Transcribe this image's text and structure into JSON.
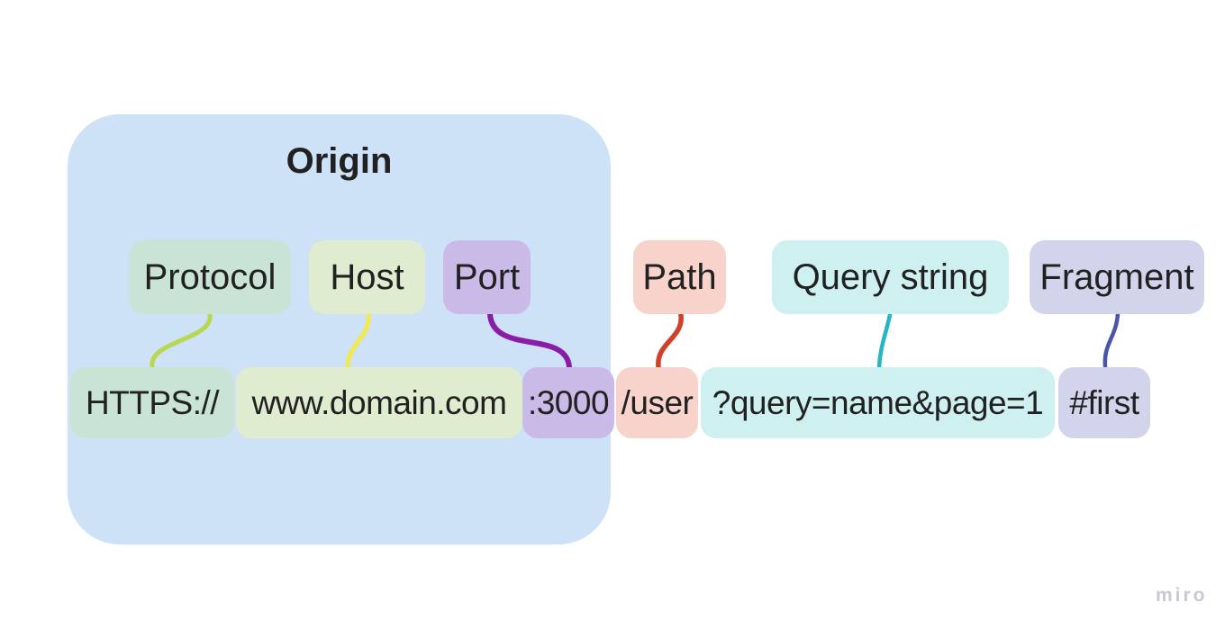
{
  "origin": {
    "title": "Origin"
  },
  "url_parts": [
    {
      "key": "protocol",
      "label": "Protocol",
      "value": "HTTPS://",
      "box_color": "#c9e4d4",
      "line_color": "#b8d84f"
    },
    {
      "key": "host",
      "label": "Host",
      "value": "www.domain.com",
      "box_color": "#dfeccf",
      "line_color": "#f2e94e"
    },
    {
      "key": "port",
      "label": "Port",
      "value": ":3000",
      "box_color": "#c9bae8",
      "line_color": "#8a1ca7"
    },
    {
      "key": "path",
      "label": "Path",
      "value": "/user",
      "box_color": "#f8d3cb",
      "line_color": "#cd4228"
    },
    {
      "key": "query",
      "label": "Query string",
      "value": "?query=name&page=1",
      "box_color": "#cff0f0",
      "line_color": "#26b6c3"
    },
    {
      "key": "fragment",
      "label": "Fragment",
      "value": "#first",
      "box_color": "#d1d4eb",
      "line_color": "#4955a9"
    }
  ],
  "colors": {
    "canvas_bg": "#ffffff",
    "origin_bg": "#cde1f7",
    "text": "#212121",
    "watermark": "#c6c8d3"
  },
  "watermark": "miro"
}
